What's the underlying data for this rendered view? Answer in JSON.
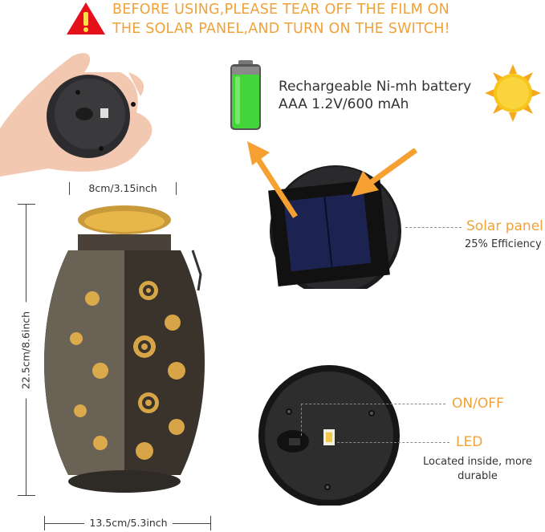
{
  "warning": {
    "icon": "warning-triangle-icon",
    "line1": "BEFORE USING,PLEASE TEAR OFF THE FILM ON",
    "line2": "THE SOLAR PANEL,AND TURN ON THE SWITCH!"
  },
  "battery": {
    "icon": "battery-icon",
    "line1": "Rechargeable Ni-mh battery",
    "line2": "AAA 1.2V/600 mAh"
  },
  "sun": {
    "icon": "sun-icon"
  },
  "solar_panel": {
    "title": "Solar panel",
    "subtitle": "25% Efficiency"
  },
  "switch": {
    "title": "ON/OFF"
  },
  "led": {
    "title": "LED",
    "subtitle": "Located inside, more durable"
  },
  "dimensions": {
    "top_width": "8cm/3.15inch",
    "height": "22.5cm/8.6inch",
    "bottom_width": "13.5cm/5.3inch"
  },
  "colors": {
    "accent_orange": "#f0a23a",
    "warning_red": "#e4101a",
    "battery_green": "#4cd83a",
    "sun_yellow": "#f7c51c"
  }
}
